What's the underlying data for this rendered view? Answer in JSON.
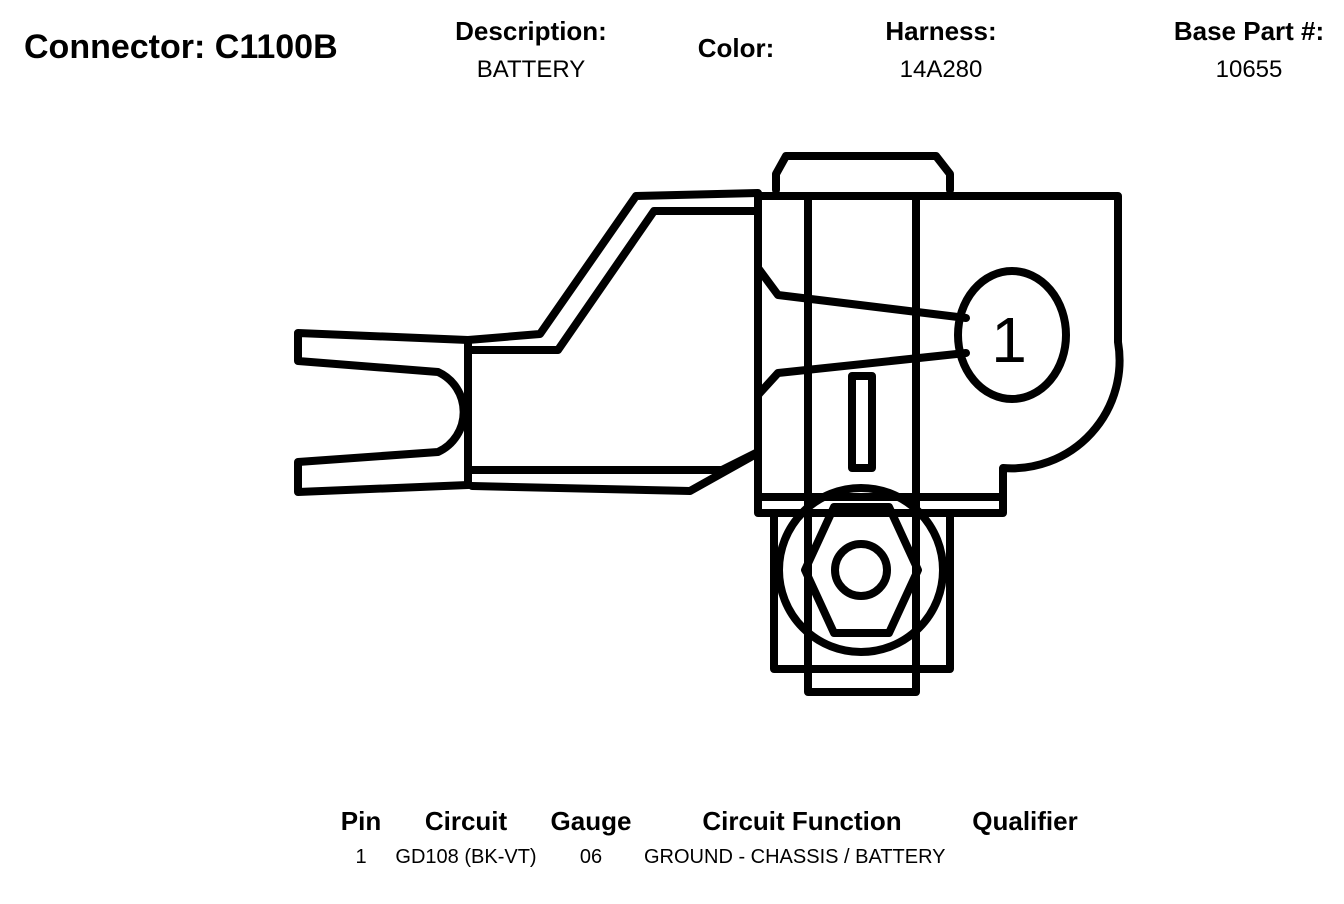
{
  "header": {
    "connector_label": "Connector: C1100B",
    "description_label": "Description:",
    "description_value": "BATTERY",
    "color_label": "Color:",
    "harness_label": "Harness:",
    "harness_value": "14A280",
    "base_part_label": "Base Part #:",
    "base_part_value": "10655"
  },
  "diagram": {
    "pin_callout": "1",
    "stroke_color": "#000000",
    "fill_color": "#ffffff"
  },
  "pin_table": {
    "columns": [
      "Pin",
      "Circuit",
      "Gauge",
      "Circuit Function",
      "Qualifier"
    ],
    "rows": [
      {
        "pin": "1",
        "circuit": "GD108 (BK-VT)",
        "gauge": "06",
        "function": "GROUND - CHASSIS / BATTERY",
        "qualifier": ""
      }
    ]
  }
}
